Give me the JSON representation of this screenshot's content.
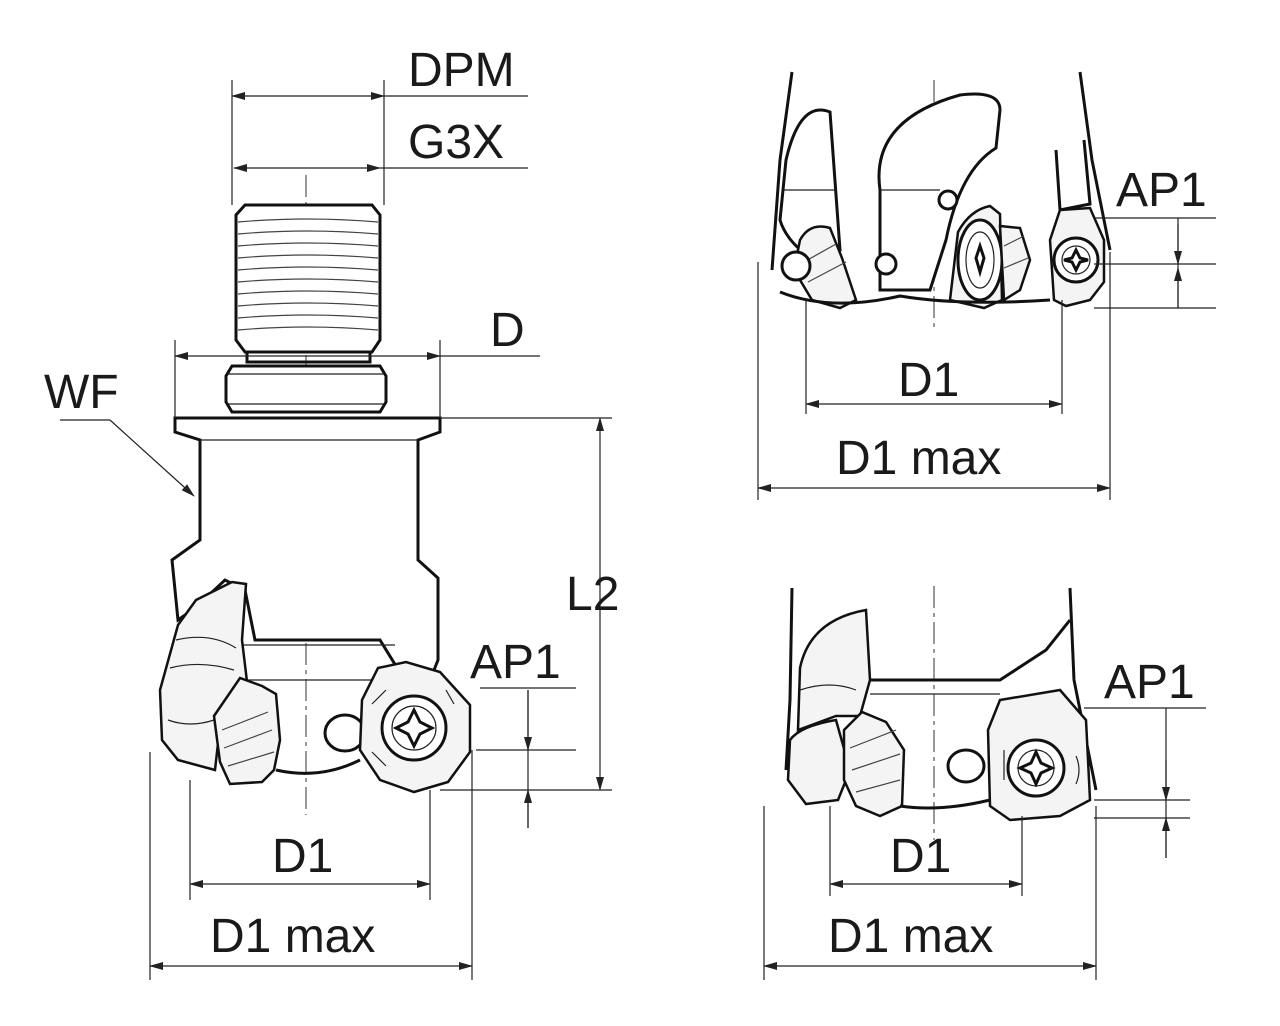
{
  "labels": {
    "dpm": "DPM",
    "g3x": "G3X",
    "d": "D",
    "wf": "WF",
    "l2": "L2",
    "ap1": "AP1",
    "d1": "D1",
    "d1max": "D1 max"
  }
}
